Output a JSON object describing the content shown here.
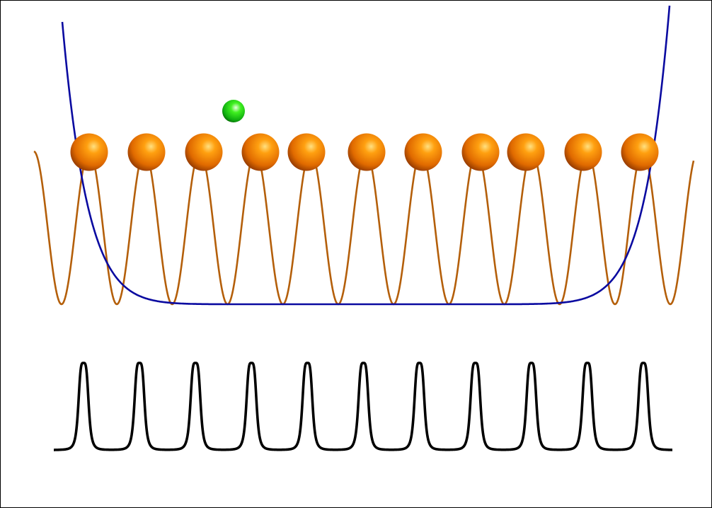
{
  "diagram": {
    "colors": {
      "trap_potential": "#0a0aa0",
      "lattice_potential": "#b45f0a",
      "density_profile": "#000000",
      "atom_orange_light": "#ffb000",
      "atom_orange_dark": "#c04800",
      "impurity_light": "#a0ff80",
      "impurity_dark": "#0a9a0a",
      "background": "#ffffff",
      "border": "#000000"
    },
    "lattice": {
      "site_count": 11,
      "atom_count": 11
    },
    "impurity_count": 1,
    "density_peak_count": 11
  }
}
